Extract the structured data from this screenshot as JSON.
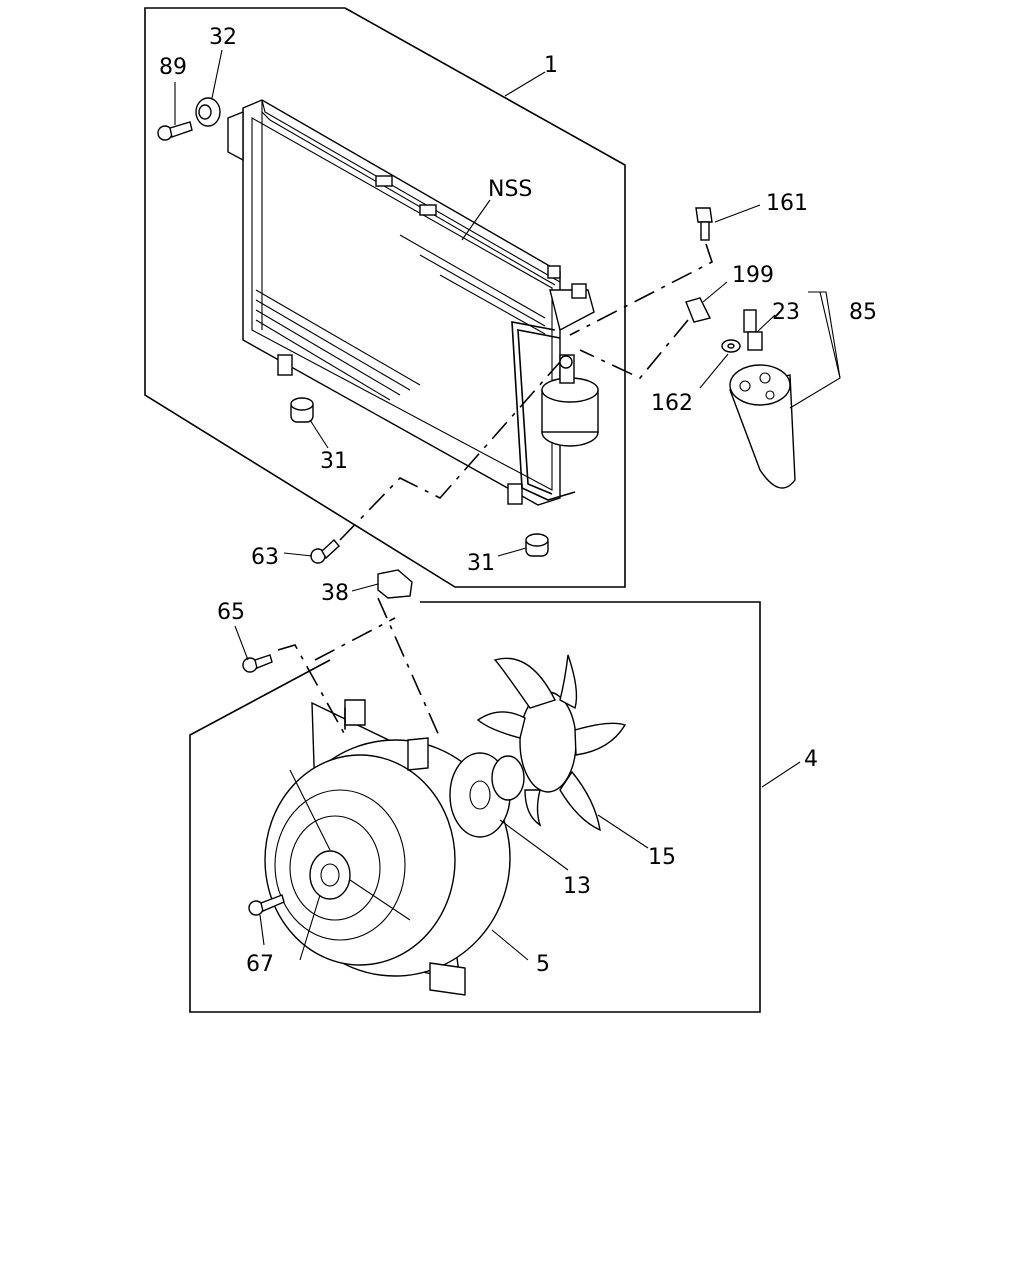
{
  "labels": {
    "l1": "1",
    "l4": "4",
    "l5": "5",
    "l13": "13",
    "l15": "15",
    "l23": "23",
    "l31a": "31",
    "l31b": "31",
    "l32": "32",
    "l38": "38",
    "l63": "63",
    "l65": "65",
    "l67": "67",
    "l85": "85",
    "l89": "89",
    "l161": "161",
    "l162": "162",
    "l199": "199",
    "nss": "NSS"
  }
}
